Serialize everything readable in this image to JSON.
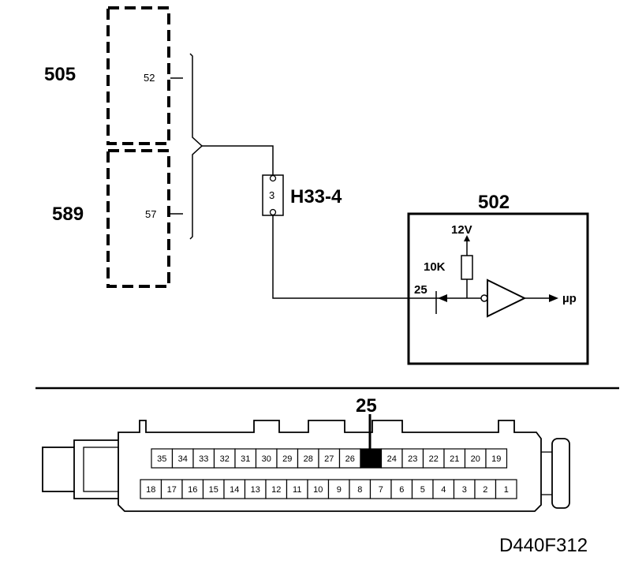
{
  "modules": {
    "m505": {
      "label": "505",
      "pin": "52"
    },
    "m589": {
      "label": "589",
      "pin": "57"
    }
  },
  "connector_h33": {
    "label": "H33-4",
    "pin": "3"
  },
  "module_502": {
    "label": "502",
    "voltage": "12V",
    "resistor": "10K",
    "pin": "25",
    "output": "µp"
  },
  "ecu_connector": {
    "highlight_label": "25",
    "top_row": [
      "35",
      "34",
      "33",
      "32",
      "31",
      "30",
      "29",
      "28",
      "27",
      "26",
      "25",
      "24",
      "23",
      "22",
      "21",
      "20",
      "19"
    ],
    "bottom_row": [
      "18",
      "17",
      "16",
      "15",
      "14",
      "13",
      "12",
      "11",
      "10",
      "9",
      "8",
      "7",
      "6",
      "5",
      "4",
      "3",
      "2",
      "1"
    ],
    "highlight_pin": "25"
  },
  "figure_id": "D440F312"
}
